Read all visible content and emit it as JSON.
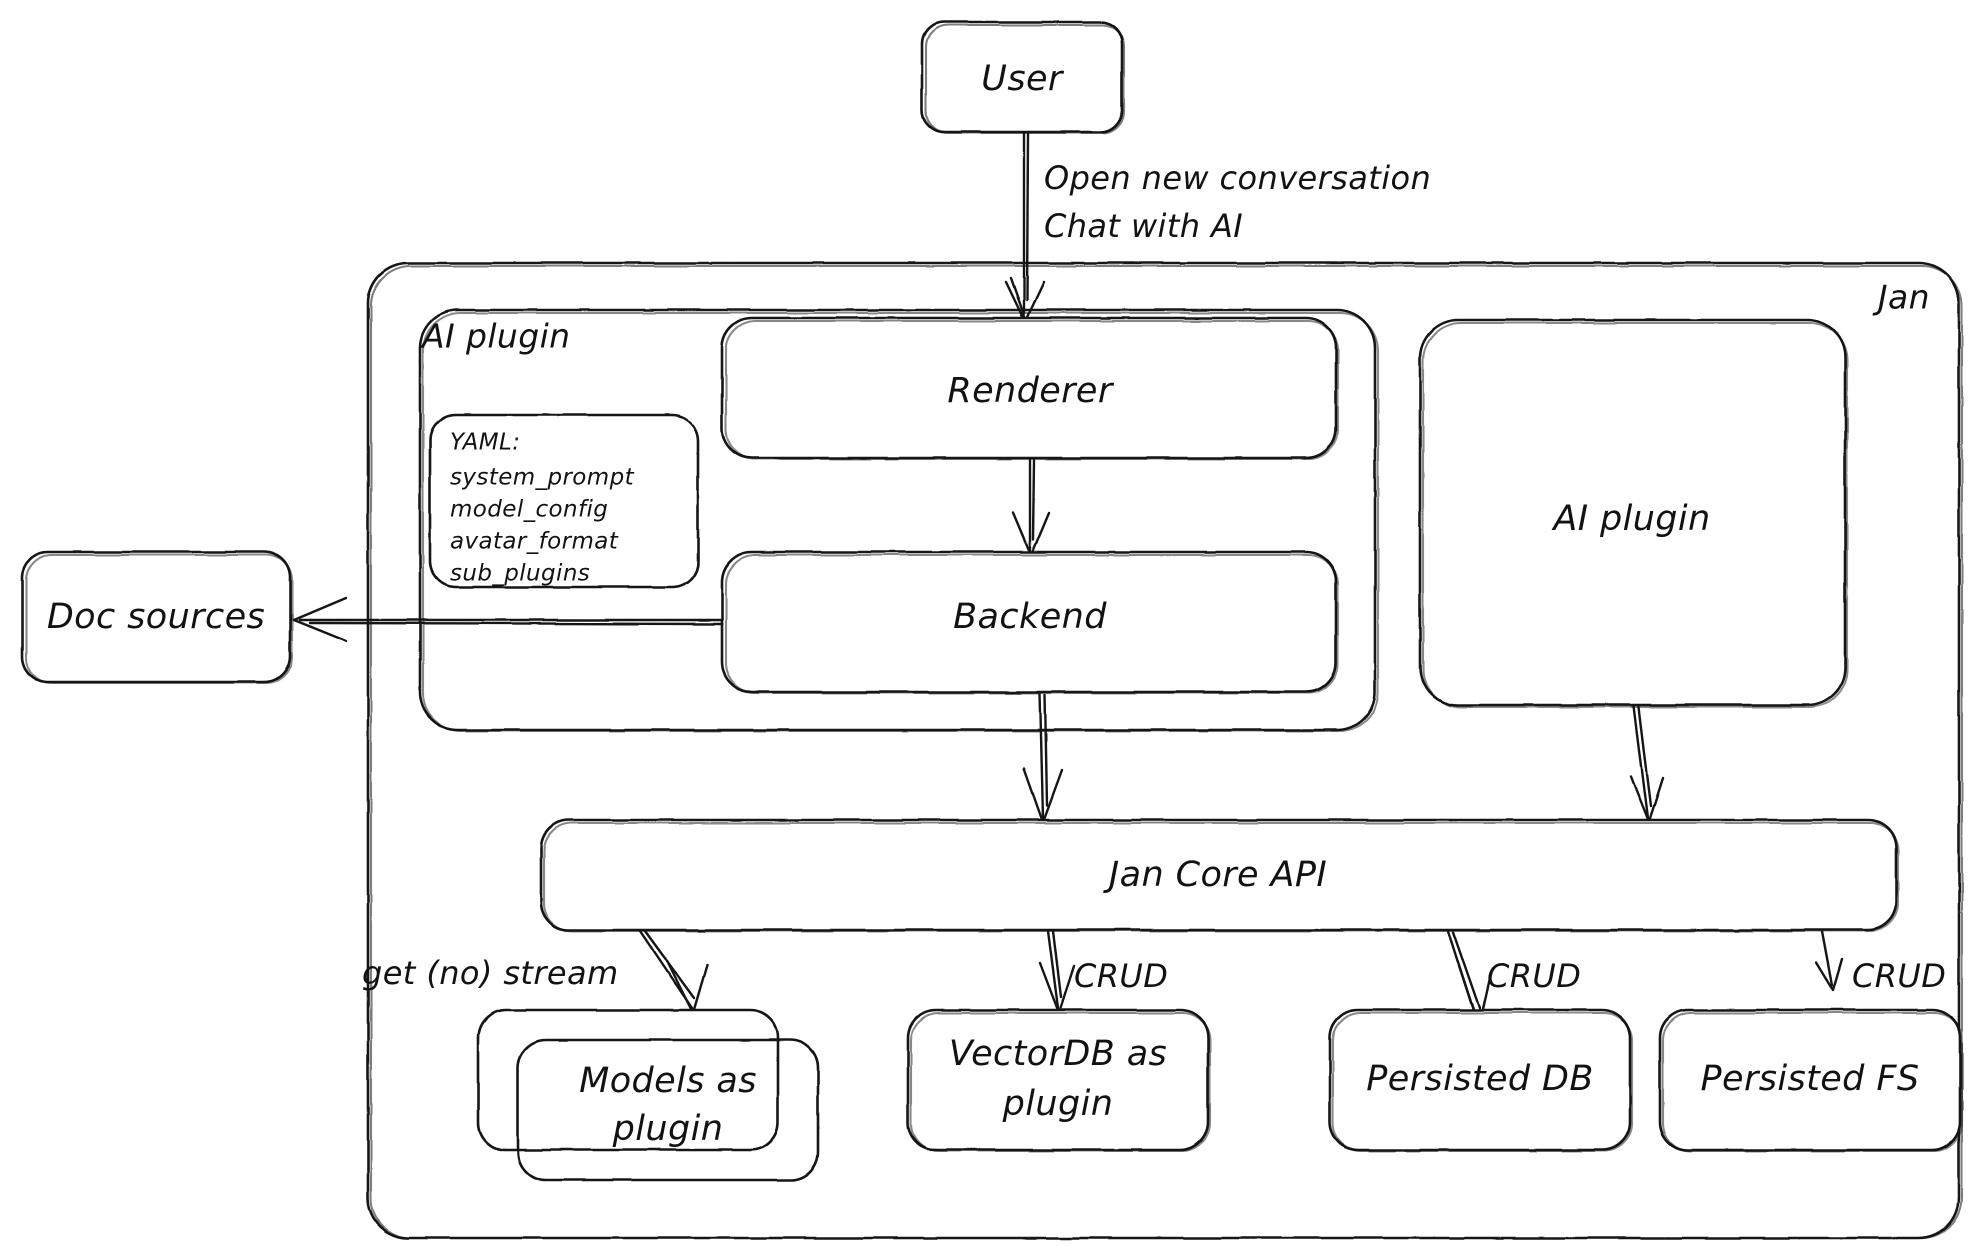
{
  "diagram": {
    "title_label": "Jan",
    "type": "architecture-flowchart",
    "style": "hand-drawn",
    "colors": {
      "stroke": "#121212",
      "background": "#ffffff"
    }
  },
  "nodes": {
    "user": {
      "label": "User"
    },
    "renderer": {
      "label": "Renderer"
    },
    "backend": {
      "label": "Backend"
    },
    "ai_plugin_right": {
      "label": "AI plugin"
    },
    "jan_core_api": {
      "label": "Jan Core API"
    },
    "models_plugin": {
      "label_line1": "Models as",
      "label_line2": "plugin"
    },
    "vectordb_plugin": {
      "label_line1": "VectorDB as",
      "label_line2": "plugin"
    },
    "persisted_db": {
      "label": "Persisted DB"
    },
    "persisted_fs": {
      "label": "Persisted FS"
    },
    "doc_sources": {
      "label": "Doc sources"
    }
  },
  "groups": {
    "jan": {
      "label": "Jan"
    },
    "ai_plugin": {
      "label": "AI plugin"
    }
  },
  "yaml_note": {
    "heading": "YAML:",
    "keys": [
      "system_prompt",
      "model_config",
      "avatar_format",
      "sub_plugins"
    ]
  },
  "edges": {
    "user_to_renderer": {
      "line1": "Open new conversation",
      "line2": "Chat with AI"
    },
    "core_to_models": {
      "label": "get (no) stream"
    },
    "core_to_vectordb": {
      "label": "CRUD"
    },
    "core_to_db": {
      "label": "CRUD"
    },
    "core_to_fs": {
      "label": "CRUD"
    }
  }
}
